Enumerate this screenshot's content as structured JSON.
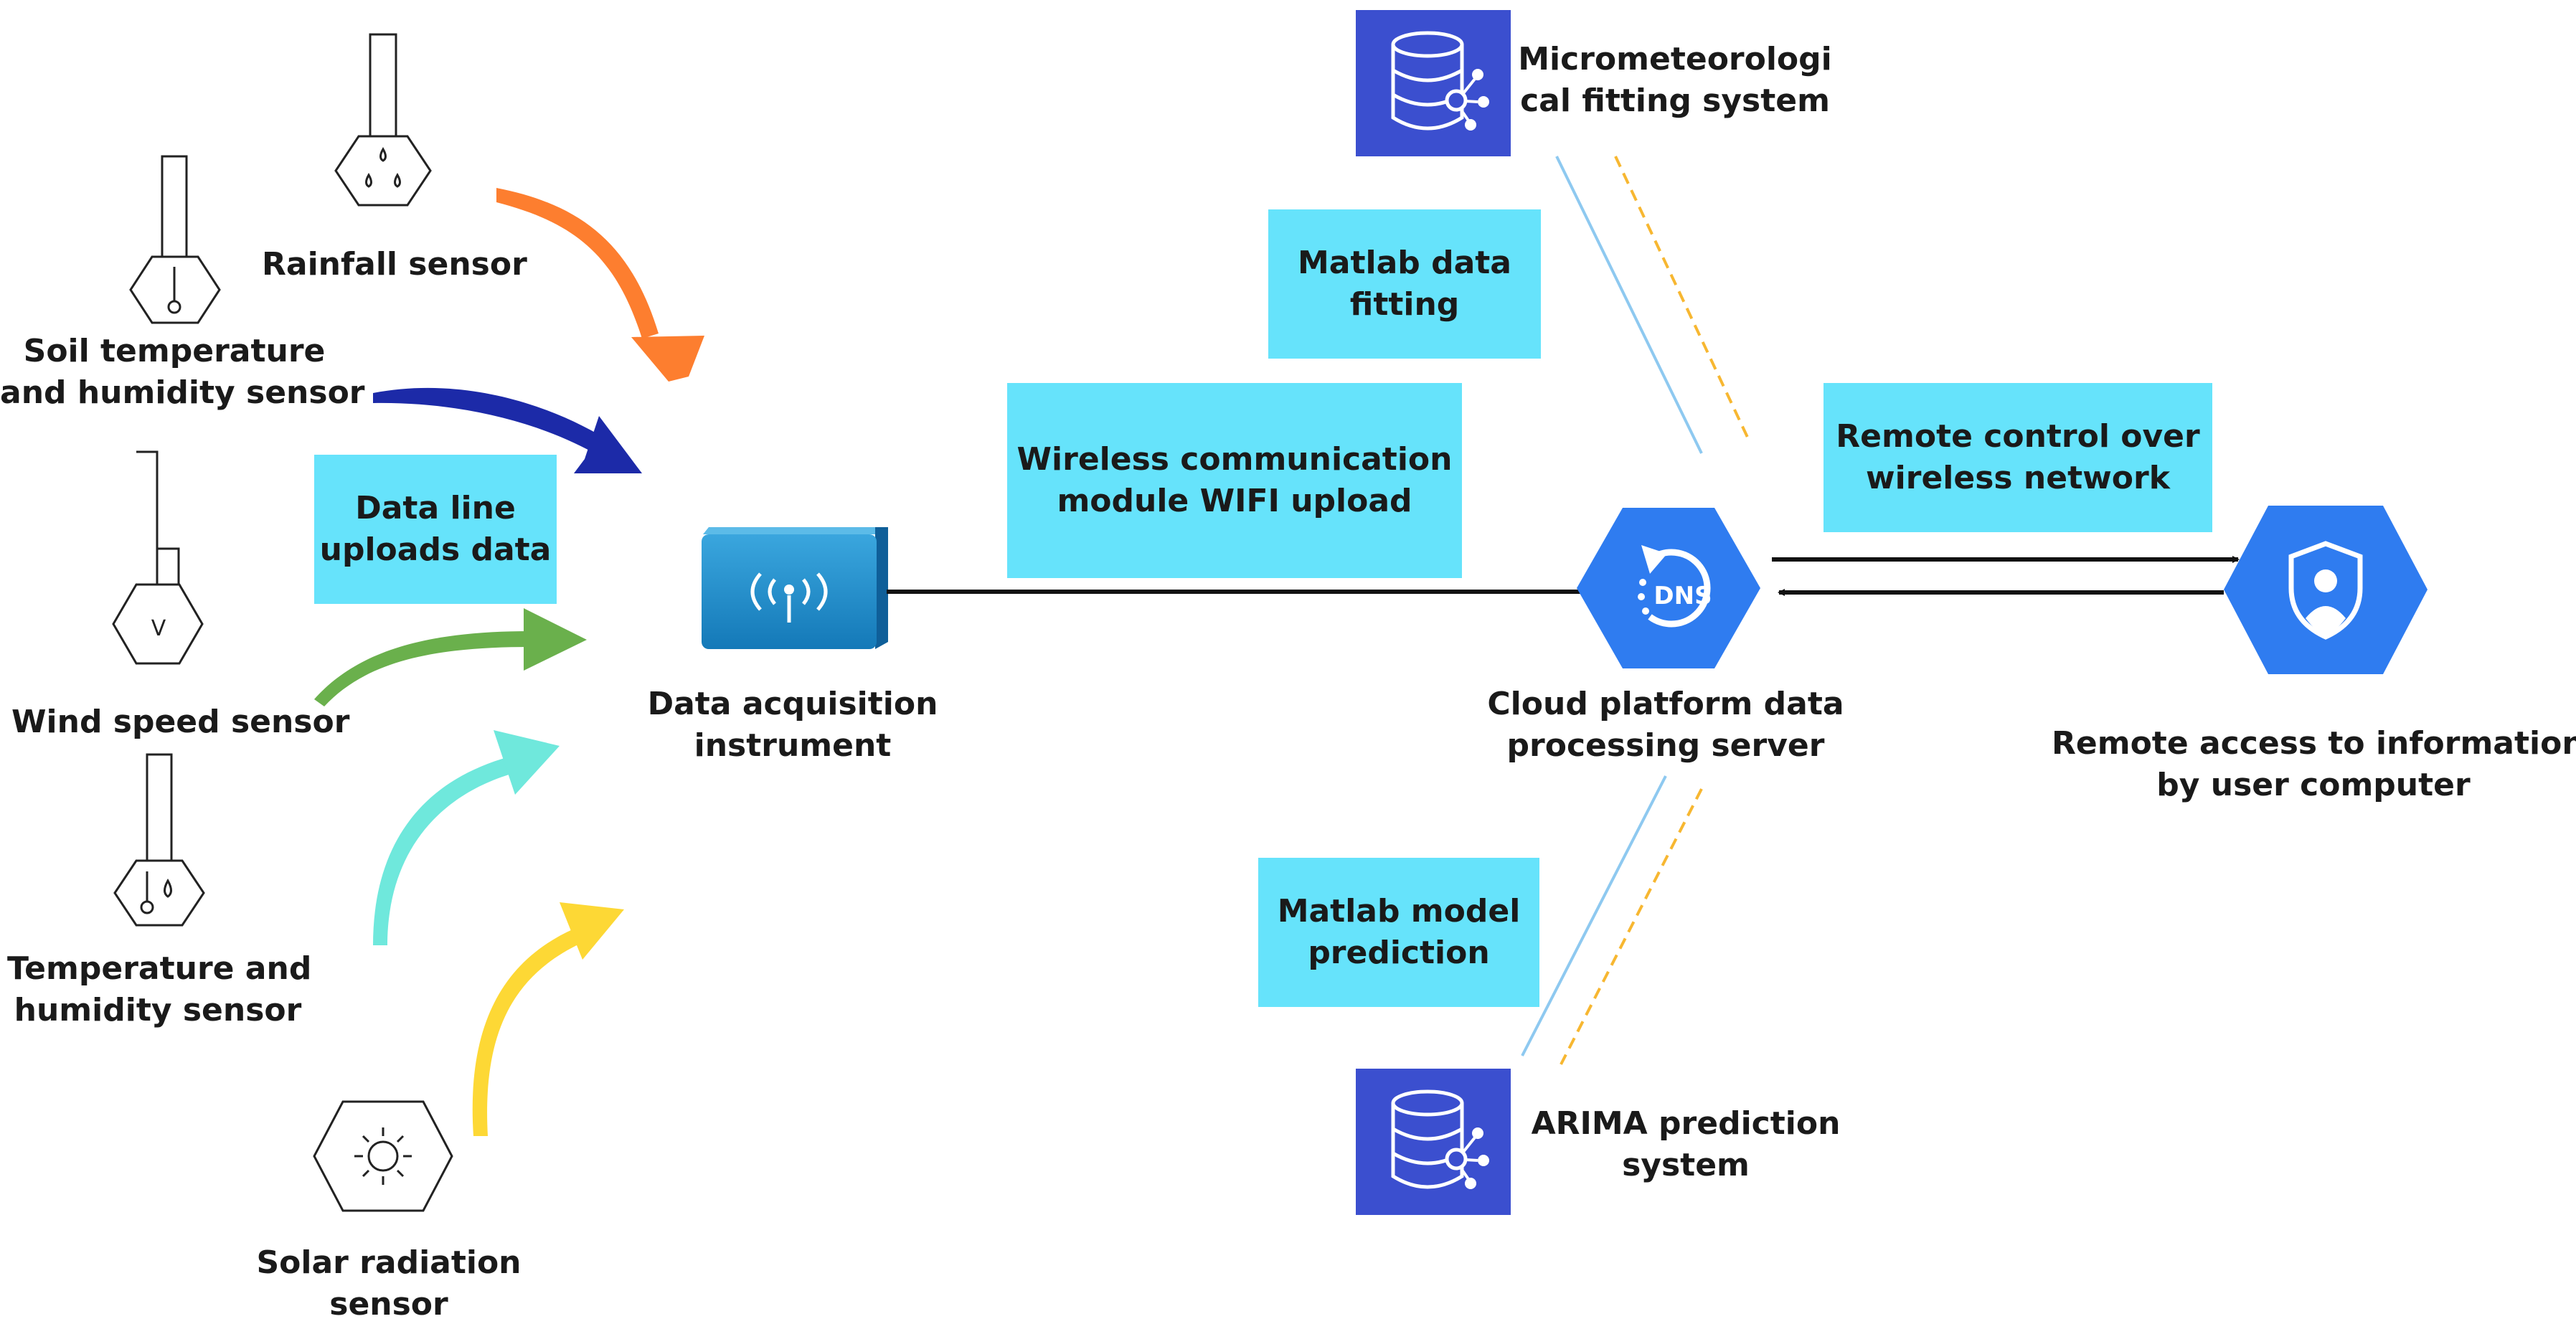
{
  "sensors": {
    "rainfall": [
      "Rainfall sensor"
    ],
    "soil": [
      "Soil temperature",
      "and humidity sensor"
    ],
    "wind": [
      "Wind speed sensor"
    ],
    "wind_icon_letter": "V",
    "temp_humidity": [
      "Temperature and",
      "humidity sensor"
    ],
    "solar": [
      "Solar radiation",
      "sensor"
    ]
  },
  "boxes": {
    "data_line": [
      "Data line",
      "uploads data"
    ],
    "wireless_module": [
      "Wireless communication",
      "module WIFI upload"
    ],
    "matlab_fitting": [
      "Matlab data",
      "fitting"
    ],
    "remote_control": [
      "Remote control over",
      "wireless network"
    ],
    "matlab_prediction": [
      "Matlab model",
      "prediction"
    ]
  },
  "nodes": {
    "acquisition": [
      "Data acquisition",
      "instrument"
    ],
    "micro_system": [
      "Micrometeorologi",
      "cal fitting system"
    ],
    "cloud_server": [
      "Cloud platform data",
      "processing server"
    ],
    "cloud_icon_text": "DNS",
    "arima_system": [
      "ARIMA prediction",
      "system"
    ],
    "remote_access": [
      "Remote access to information",
      "by user computer"
    ]
  },
  "colors": {
    "label_box": "#66e3fb",
    "arrow_orange": "#fd7e2f",
    "arrow_navy": "#1c2aa8",
    "arrow_green": "#6ab04c",
    "arrow_cyan": "#6fe8dc",
    "arrow_yellow": "#fdd835",
    "db_blue": "#3b4fcf",
    "hex_blue": "#2f7cf0",
    "line_blue": "#8ec9f0",
    "line_orange": "#f7b731"
  }
}
